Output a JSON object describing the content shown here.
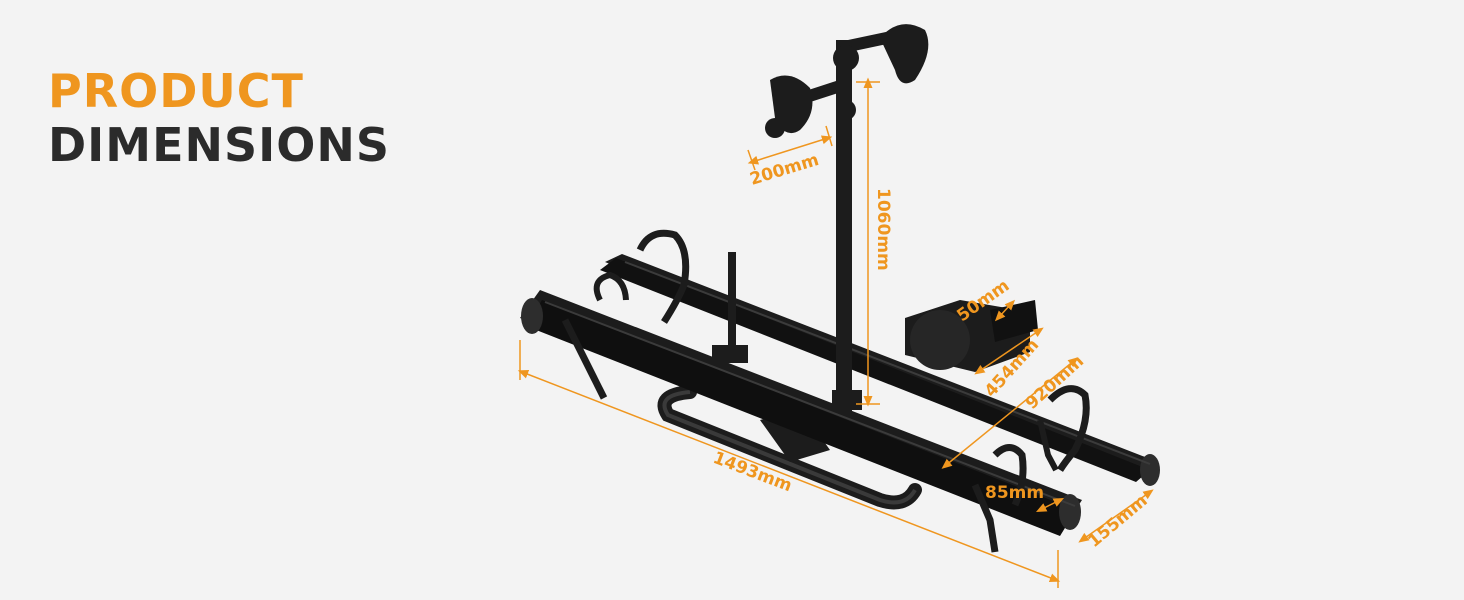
{
  "heading": {
    "line1": "PRODUCT",
    "line2": "DIMENSIONS",
    "accent_color": "#ef961f",
    "dark_color": "#2b2b2b"
  },
  "product": {
    "image": "bike-rack-icon",
    "rack_color": "#1c1c1c"
  },
  "dimensions": {
    "color": "#ef961f",
    "labels": {
      "arm": "200mm",
      "height": "1060mm",
      "hitch": "50mm",
      "hitch_depth": "454mm",
      "width": "920mm",
      "length": "1493mm",
      "tray": "85mm",
      "tray_spacing": "155mm"
    }
  }
}
